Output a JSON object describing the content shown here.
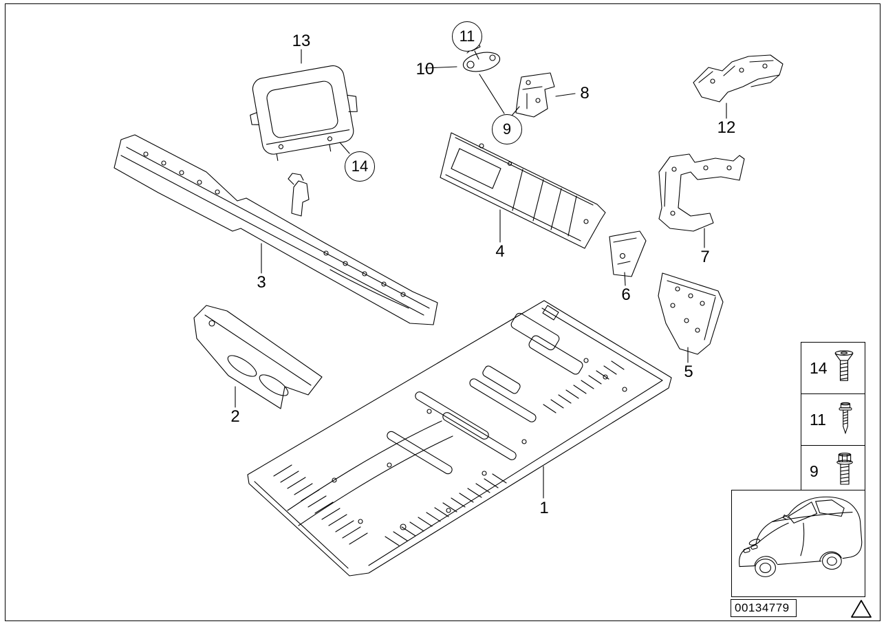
{
  "page": {
    "background": "#ffffff",
    "line_color": "#000000"
  },
  "callouts": {
    "c1": "1",
    "c2": "2",
    "c3": "3",
    "c4": "4",
    "c5": "5",
    "c6": "6",
    "c7": "7",
    "c8": "8",
    "c9": "9",
    "c10": "10",
    "c11": "11",
    "c12": "12",
    "c13": "13",
    "c14": "14"
  },
  "legend": {
    "items": [
      {
        "label": "14",
        "icon": "countersunk-screw-icon"
      },
      {
        "label": "11",
        "icon": "self-tapping-screw-icon"
      },
      {
        "label": "9",
        "icon": "flange-bolt-icon"
      }
    ]
  },
  "footer": {
    "doc_number": "00134779"
  },
  "icons": {
    "car": "car-thumbnail-icon",
    "warning": "warning-triangle-icon"
  }
}
